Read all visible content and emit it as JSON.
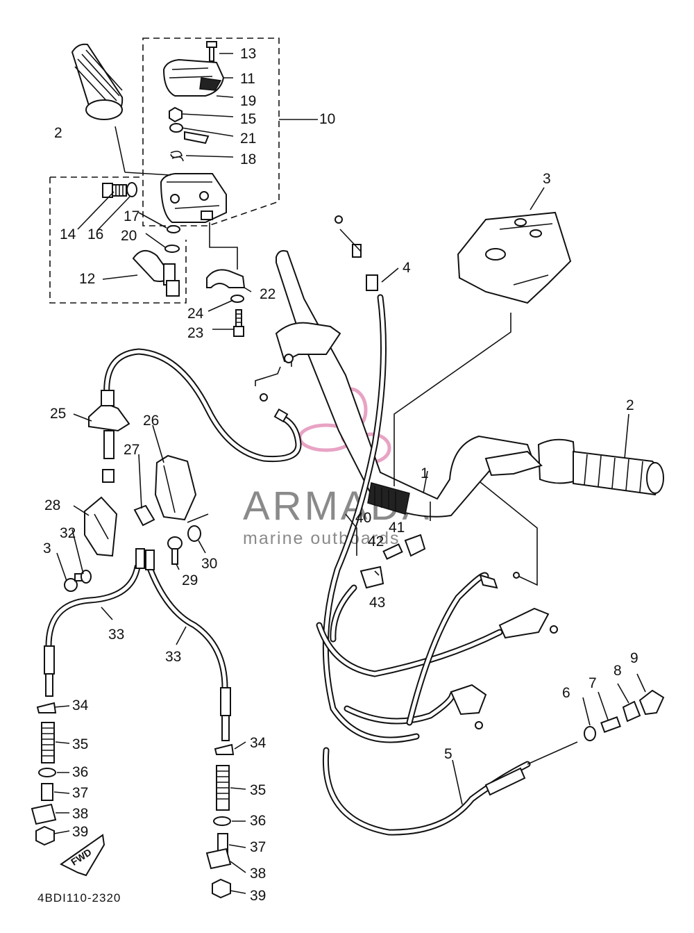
{
  "diagram": {
    "drawing_code": "4BDI110-2320",
    "fwd_label": "FWD",
    "watermark": {
      "brand": "ARMADA",
      "tagline": "marine outboards",
      "accent_color": "#e8a3c4",
      "text_color": "#8a8a8a"
    },
    "callouts": {
      "c1": "1",
      "c2a": "2",
      "c2b": "2",
      "c3a": "3",
      "c3b": "3",
      "c4": "4",
      "c5": "5",
      "c6": "6",
      "c7": "7",
      "c8": "8",
      "c9": "9",
      "c10": "10",
      "c11": "11",
      "c12": "12",
      "c13": "13",
      "c14": "14",
      "c15": "15",
      "c16": "16",
      "c17": "17",
      "c18": "18",
      "c19": "19",
      "c20": "20",
      "c21": "21",
      "c22": "22",
      "c23": "23",
      "c24": "24",
      "c25": "25",
      "c26": "26",
      "c27": "27",
      "c28": "28",
      "c29": "29",
      "c30": "30",
      "c32": "32",
      "c33a": "33",
      "c33b": "33",
      "c34a": "34",
      "c34b": "34",
      "c35a": "35",
      "c35b": "35",
      "c36a": "36",
      "c36b": "36",
      "c37a": "37",
      "c37b": "37",
      "c38a": "38",
      "c38b": "38",
      "c39a": "39",
      "c39b": "39",
      "c40": "40",
      "c41": "41",
      "c42": "42",
      "c43": "43"
    }
  }
}
